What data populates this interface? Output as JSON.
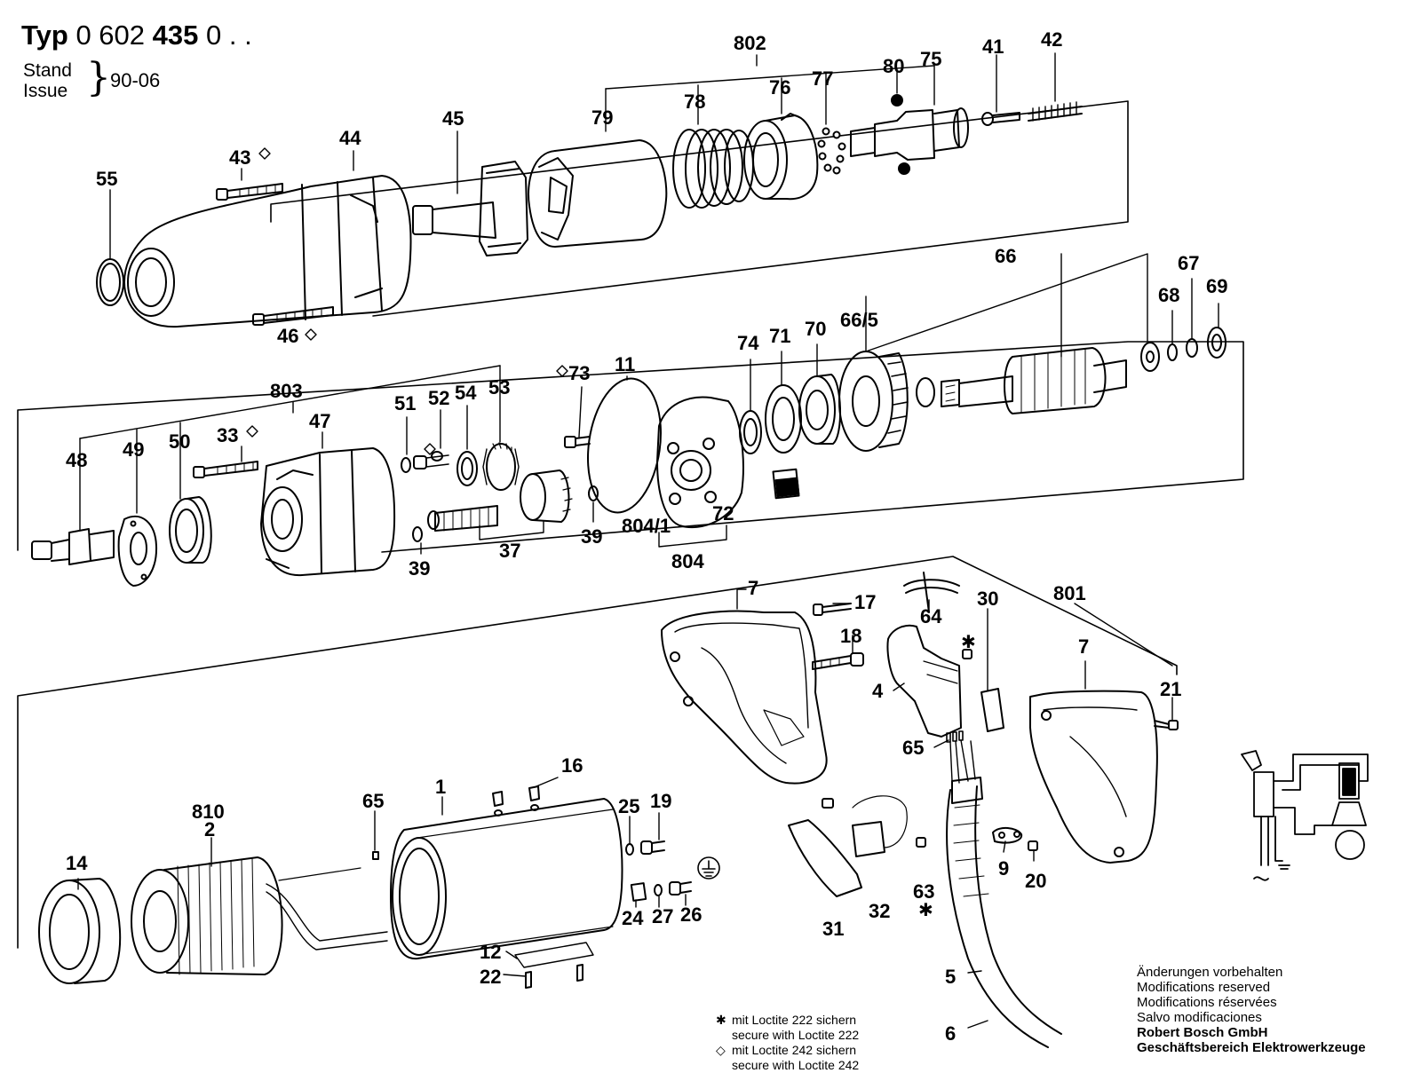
{
  "header": {
    "typ_label": "Typ",
    "typ_prefix": "0 602",
    "typ_bold": "435",
    "typ_suffix": "0 . .",
    "stand_label": "Stand",
    "issue_label": "Issue",
    "issue_date": "90-06"
  },
  "notes": {
    "line1": "Änderungen vorbehalten",
    "line2": "Modifications reserved",
    "line3": "Modifications réservées",
    "line4": "Salvo modificaciones",
    "company": "Robert Bosch GmbH",
    "division": "Geschäftsbereich Elektrowerkzeuge"
  },
  "legend": {
    "star_symbol": "✱",
    "diamond_symbol": "◇",
    "star_de": "mit Loctite 222 sichern",
    "star_en": "secure with Loctite 222",
    "diamond_de": "mit Loctite 242 sichern",
    "diamond_en": "secure with Loctite 242"
  },
  "labels": {
    "l43": "43",
    "l44": "44",
    "l45": "45",
    "l55": "55",
    "l46": "46",
    "l802": "802",
    "l79": "79",
    "l78": "78",
    "l76": "76",
    "l77": "77",
    "l80": "80",
    "l75": "75",
    "l41": "41",
    "l42": "42",
    "l803": "803",
    "l48": "48",
    "l49": "49",
    "l50": "50",
    "l33": "33",
    "l47": "47",
    "l51": "51",
    "l52": "52",
    "l54": "54",
    "l53": "53",
    "l73": "73",
    "l11": "11",
    "l37": "37",
    "l39a": "39",
    "l39b": "39",
    "l804_1": "804/1",
    "l72": "72",
    "l804": "804",
    "l74": "74",
    "l71": "71",
    "l70": "70",
    "l66_5": "66/5",
    "l66": "66",
    "l68": "68",
    "l67": "67",
    "l69": "69",
    "l7a": "7",
    "l17": "17",
    "l64": "64",
    "l30": "30",
    "l801": "801",
    "l7b": "7",
    "l18": "18",
    "l4": "4",
    "l21": "21",
    "l65a": "65",
    "l14": "14",
    "l810": "810",
    "l2": "2",
    "l65b": "65",
    "l1": "1",
    "l16": "16",
    "l25": "25",
    "l19": "19",
    "l24": "24",
    "l27": "27",
    "l26": "26",
    "l12": "12",
    "l22": "22",
    "l31": "31",
    "l32": "32",
    "l63": "63",
    "l9": "9",
    "l20": "20",
    "l5": "5",
    "l6": "6"
  },
  "colors": {
    "ink": "#000000",
    "paper": "#ffffff",
    "hatch": "#555555"
  },
  "icons": {
    "diamond": "loctite-242-diamond-icon",
    "star": "loctite-222-star-icon",
    "ground": "ground-symbol-icon",
    "circuit": "wiring-diagram-icon",
    "grease": "grease-tube-icon"
  }
}
